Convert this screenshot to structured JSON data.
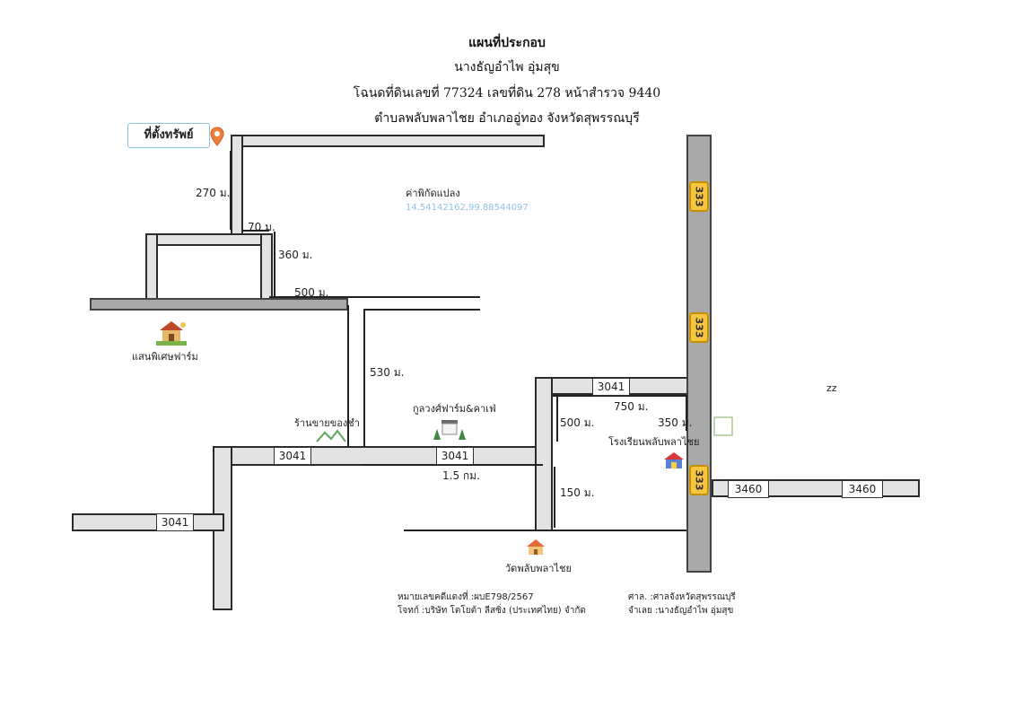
{
  "header": {
    "title": "แผนที่ประกอบ",
    "owner": "นางธัญอำไพ อุ่มสุข",
    "deed": "โฉนดที่ดินเลขที่ 77324 เลขที่ดิน 278 หน้าสำรวจ 9440",
    "location": "ตำบลพลับพลาไชย อำเภออู่ทอง จังหวัดสุพรรณบุรี"
  },
  "property_label": "ที่ตั้งทรัพย์",
  "coordinates": {
    "label": "ค่าพิกัดแปลง",
    "value": "14.54142162,99.88544097"
  },
  "distances": {
    "d270": "270 ม.",
    "d70": "70 ม.",
    "d360": "360 ม.",
    "d500a": "500 ม.",
    "d530": "530 ม.",
    "d750": "750 ม.",
    "d500b": "500 ม.",
    "d350": "350 ม.",
    "d150": "150 ม.",
    "d15km": "1.5 กม."
  },
  "roads": {
    "r3041": "3041",
    "r3460": "3460",
    "r333": "333"
  },
  "places": {
    "farm": "แสนพิเศษฟาร์ม",
    "shop": "ร้านขายของชำ",
    "cafe": "กูลวงศ์ฟาร์ม&คาเฟ่",
    "school": "โรงเรียนพลับพลาไชย",
    "temple": "วัดพลับพลาไชย"
  },
  "misc_mark": "zz",
  "footer": {
    "case": "หมายเลขคดีแดงที่ :ผบE798/2567",
    "plaintiff": "โจทก์ :บริษัท โตโยต้า ลีสซิ่ง (ประเทศไทย) จำกัด",
    "court": "ศาล. :ศาลจังหวัดสุพรรณบุรี",
    "defendant": "จำเลย :นางธัญอำไพ อุ่มสุข"
  },
  "colors": {
    "pin": "#f0803c",
    "highway_badge": "#f6c640",
    "coord_text": "#8fc3e2"
  }
}
